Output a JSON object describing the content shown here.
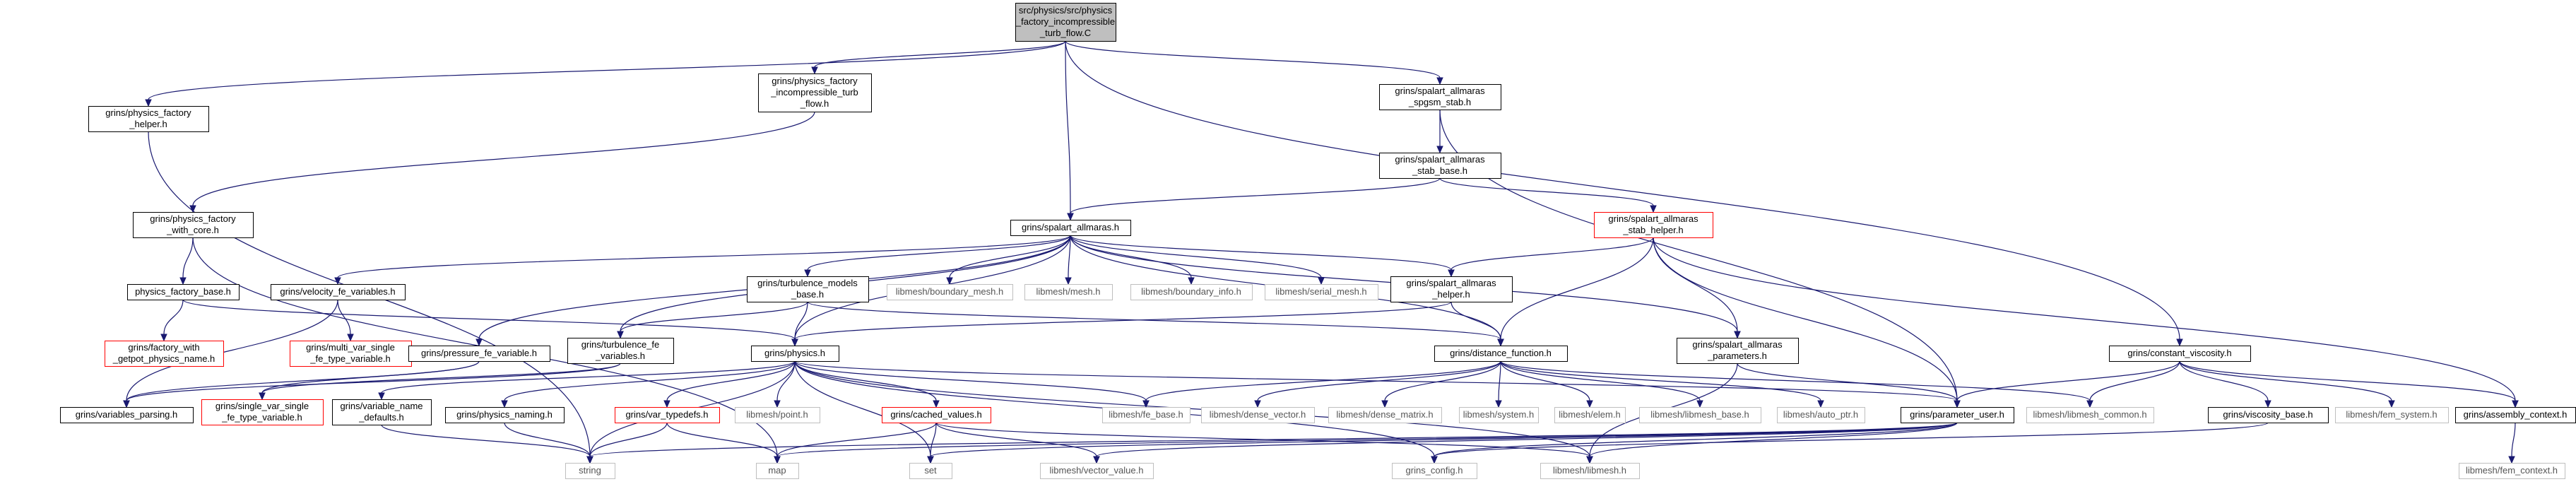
{
  "graph": {
    "nodes": [
      {
        "id": "root",
        "lines": [
          "src/physics/src/physics",
          "_factory_incompressible",
          "_turb_flow.C"
        ],
        "style": "root"
      },
      {
        "id": "pf_helper",
        "lines": [
          "grins/physics_factory",
          "_helper.h"
        ],
        "style": "normal"
      },
      {
        "id": "pf_inc_turb",
        "lines": [
          "grins/physics_factory",
          "_incompressible_turb",
          "_flow.h"
        ],
        "style": "normal"
      },
      {
        "id": "sa_spgsm",
        "lines": [
          "grins/spalart_allmaras",
          "_spgsm_stab.h"
        ],
        "style": "normal"
      },
      {
        "id": "const_visc",
        "lines": [
          "grins/constant_viscosity.h"
        ],
        "style": "normal"
      },
      {
        "id": "pf_with_core",
        "lines": [
          "grins/physics_factory",
          "_with_core.h"
        ],
        "style": "normal"
      },
      {
        "id": "sa_stab_base",
        "lines": [
          "grins/spalart_allmaras",
          "_stab_base.h"
        ],
        "style": "normal"
      },
      {
        "id": "pf_base",
        "lines": [
          "physics_factory_base.h"
        ],
        "style": "normal"
      },
      {
        "id": "sa_h",
        "lines": [
          "grins/spalart_allmaras.h"
        ],
        "style": "normal"
      },
      {
        "id": "sa_stab_helper",
        "lines": [
          "grins/spalart_allmaras",
          "_stab_helper.h"
        ],
        "style": "red"
      },
      {
        "id": "factory_getpot",
        "lines": [
          "grins/factory_with",
          "_getpot_physics_name.h"
        ],
        "style": "red"
      },
      {
        "id": "velocity_fe",
        "lines": [
          "grins/velocity_fe_variables.h"
        ],
        "style": "normal"
      },
      {
        "id": "multi_var",
        "lines": [
          "grins/multi_var_single",
          "_fe_type_variable.h"
        ],
        "style": "red"
      },
      {
        "id": "turb_models_base",
        "lines": [
          "grins/turbulence_models",
          "_base.h"
        ],
        "style": "normal"
      },
      {
        "id": "bnd_mesh",
        "lines": [
          "libmesh/boundary_mesh.h"
        ],
        "style": "gray"
      },
      {
        "id": "mesh_h",
        "lines": [
          "libmesh/mesh.h"
        ],
        "style": "gray"
      },
      {
        "id": "bnd_info",
        "lines": [
          "libmesh/boundary_info.h"
        ],
        "style": "gray"
      },
      {
        "id": "serial_mesh",
        "lines": [
          "libmesh/serial_mesh.h"
        ],
        "style": "gray"
      },
      {
        "id": "sa_helper",
        "lines": [
          "grins/spalart_allmaras",
          "_helper.h"
        ],
        "style": "normal"
      },
      {
        "id": "pressure_fe",
        "lines": [
          "grins/pressure_fe_variable.h"
        ],
        "style": "normal"
      },
      {
        "id": "turb_fe",
        "lines": [
          "grins/turbulence_fe",
          "_variables.h"
        ],
        "style": "normal"
      },
      {
        "id": "physics_h",
        "lines": [
          "grins/physics.h"
        ],
        "style": "normal"
      },
      {
        "id": "dist_func",
        "lines": [
          "grins/distance_function.h"
        ],
        "style": "normal"
      },
      {
        "id": "sa_params",
        "lines": [
          "grins/spalart_allmaras",
          "_parameters.h"
        ],
        "style": "normal"
      },
      {
        "id": "viscosity_base",
        "lines": [
          "grins/viscosity_base.h"
        ],
        "style": "normal"
      },
      {
        "id": "fem_system",
        "lines": [
          "libmesh/fem_system.h"
        ],
        "style": "gray"
      },
      {
        "id": "assembly_ctx",
        "lines": [
          "grins/assembly_context.h"
        ],
        "style": "normal"
      },
      {
        "id": "var_parsing",
        "lines": [
          "grins/variables_parsing.h"
        ],
        "style": "normal"
      },
      {
        "id": "single_var",
        "lines": [
          "grins/single_var_single",
          "_fe_type_variable.h"
        ],
        "style": "red"
      },
      {
        "id": "var_name_def",
        "lines": [
          "grins/variable_name",
          "_defaults.h"
        ],
        "style": "normal"
      },
      {
        "id": "phys_naming",
        "lines": [
          "grins/physics_naming.h"
        ],
        "style": "normal"
      },
      {
        "id": "var_typedefs",
        "lines": [
          "grins/var_typedefs.h"
        ],
        "style": "red"
      },
      {
        "id": "point_h",
        "lines": [
          "libmesh/point.h"
        ],
        "style": "gray"
      },
      {
        "id": "cached_values",
        "lines": [
          "grins/cached_values.h"
        ],
        "style": "red"
      },
      {
        "id": "fe_base",
        "lines": [
          "libmesh/fe_base.h"
        ],
        "style": "gray"
      },
      {
        "id": "dense_vector",
        "lines": [
          "libmesh/dense_vector.h"
        ],
        "style": "gray"
      },
      {
        "id": "dense_matrix",
        "lines": [
          "libmesh/dense_matrix.h"
        ],
        "style": "gray"
      },
      {
        "id": "system_h",
        "lines": [
          "libmesh/system.h"
        ],
        "style": "gray"
      },
      {
        "id": "elem_h",
        "lines": [
          "libmesh/elem.h"
        ],
        "style": "gray"
      },
      {
        "id": "libmesh_base",
        "lines": [
          "libmesh/libmesh_base.h"
        ],
        "style": "gray"
      },
      {
        "id": "auto_ptr",
        "lines": [
          "libmesh/auto_ptr.h"
        ],
        "style": "gray"
      },
      {
        "id": "param_user",
        "lines": [
          "grins/parameter_user.h"
        ],
        "style": "normal"
      },
      {
        "id": "libmesh_common",
        "lines": [
          "libmesh/libmesh_common.h"
        ],
        "style": "gray"
      },
      {
        "id": "fem_context",
        "lines": [
          "libmesh/fem_context.h"
        ],
        "style": "gray"
      },
      {
        "id": "string",
        "lines": [
          "string"
        ],
        "style": "gray"
      },
      {
        "id": "map",
        "lines": [
          "map"
        ],
        "style": "gray"
      },
      {
        "id": "set",
        "lines": [
          "set"
        ],
        "style": "gray"
      },
      {
        "id": "vector_value",
        "lines": [
          "libmesh/vector_value.h"
        ],
        "style": "gray"
      },
      {
        "id": "grins_config",
        "lines": [
          "grins_config.h"
        ],
        "style": "gray"
      },
      {
        "id": "libmesh_h",
        "lines": [
          "libmesh/libmesh.h"
        ],
        "style": "gray"
      }
    ],
    "edges": [
      [
        "root",
        "pf_helper"
      ],
      [
        "root",
        "pf_inc_turb"
      ],
      [
        "root",
        "sa_spgsm"
      ],
      [
        "root",
        "sa_h"
      ],
      [
        "root",
        "const_visc"
      ],
      [
        "pf_inc_turb",
        "pf_with_core"
      ],
      [
        "pf_helper",
        "string"
      ],
      [
        "pf_with_core",
        "pf_base"
      ],
      [
        "pf_with_core",
        "map"
      ],
      [
        "pf_base",
        "factory_getpot"
      ],
      [
        "pf_base",
        "physics_h"
      ],
      [
        "sa_spgsm",
        "sa_stab_base"
      ],
      [
        "sa_spgsm",
        "param_user"
      ],
      [
        "sa_stab_base",
        "sa_h"
      ],
      [
        "sa_stab_base",
        "sa_stab_helper"
      ],
      [
        "sa_stab_helper",
        "sa_helper"
      ],
      [
        "sa_stab_helper",
        "dist_func"
      ],
      [
        "sa_stab_helper",
        "sa_params"
      ],
      [
        "sa_stab_helper",
        "assembly_ctx"
      ],
      [
        "sa_stab_helper",
        "param_user"
      ],
      [
        "sa_h",
        "velocity_fe"
      ],
      [
        "sa_h",
        "turb_models_base"
      ],
      [
        "sa_h",
        "bnd_mesh"
      ],
      [
        "sa_h",
        "mesh_h"
      ],
      [
        "sa_h",
        "bnd_info"
      ],
      [
        "sa_h",
        "serial_mesh"
      ],
      [
        "sa_h",
        "sa_helper"
      ],
      [
        "sa_h",
        "pressure_fe"
      ],
      [
        "sa_h",
        "turb_fe"
      ],
      [
        "sa_h",
        "physics_h"
      ],
      [
        "sa_h",
        "dist_func"
      ],
      [
        "sa_h",
        "sa_params"
      ],
      [
        "velocity_fe",
        "multi_var"
      ],
      [
        "velocity_fe",
        "var_parsing"
      ],
      [
        "turb_models_base",
        "physics_h"
      ],
      [
        "turb_models_base",
        "turb_fe"
      ],
      [
        "turb_models_base",
        "dist_func"
      ],
      [
        "sa_helper",
        "physics_h"
      ],
      [
        "sa_helper",
        "dist_func"
      ],
      [
        "pressure_fe",
        "single_var"
      ],
      [
        "pressure_fe",
        "var_parsing"
      ],
      [
        "turb_fe",
        "single_var"
      ],
      [
        "turb_fe",
        "var_parsing"
      ],
      [
        "physics_h",
        "var_name_def"
      ],
      [
        "physics_h",
        "phys_naming"
      ],
      [
        "physics_h",
        "var_typedefs"
      ],
      [
        "physics_h",
        "point_h"
      ],
      [
        "physics_h",
        "cached_values"
      ],
      [
        "physics_h",
        "fe_base"
      ],
      [
        "physics_h",
        "param_user"
      ],
      [
        "physics_h",
        "string"
      ],
      [
        "physics_h",
        "set"
      ],
      [
        "physics_h",
        "libmesh_h"
      ],
      [
        "physics_h",
        "grins_config"
      ],
      [
        "var_name_def",
        "string"
      ],
      [
        "phys_naming",
        "string"
      ],
      [
        "var_typedefs",
        "string"
      ],
      [
        "var_typedefs",
        "map"
      ],
      [
        "cached_values",
        "map"
      ],
      [
        "cached_values",
        "set"
      ],
      [
        "cached_values",
        "vector_value"
      ],
      [
        "cached_values",
        "libmesh_h"
      ],
      [
        "dist_func",
        "fe_base"
      ],
      [
        "dist_func",
        "dense_vector"
      ],
      [
        "dist_func",
        "dense_matrix"
      ],
      [
        "dist_func",
        "system_h"
      ],
      [
        "dist_func",
        "elem_h"
      ],
      [
        "dist_func",
        "libmesh_base"
      ],
      [
        "dist_func",
        "auto_ptr"
      ],
      [
        "dist_func",
        "libmesh_common"
      ],
      [
        "sa_params",
        "param_user"
      ],
      [
        "sa_params",
        "libmesh_h"
      ],
      [
        "const_visc",
        "param_user"
      ],
      [
        "const_visc",
        "viscosity_base"
      ],
      [
        "const_visc",
        "fem_system"
      ],
      [
        "const_visc",
        "assembly_ctx"
      ],
      [
        "const_visc",
        "libmesh_common"
      ],
      [
        "viscosity_base",
        "grins_config"
      ],
      [
        "assembly_ctx",
        "fem_context"
      ],
      [
        "param_user",
        "string"
      ],
      [
        "param_user",
        "map"
      ],
      [
        "param_user",
        "set"
      ],
      [
        "param_user",
        "vector_value"
      ],
      [
        "param_user",
        "grins_config"
      ],
      [
        "param_user",
        "libmesh_h"
      ]
    ]
  }
}
